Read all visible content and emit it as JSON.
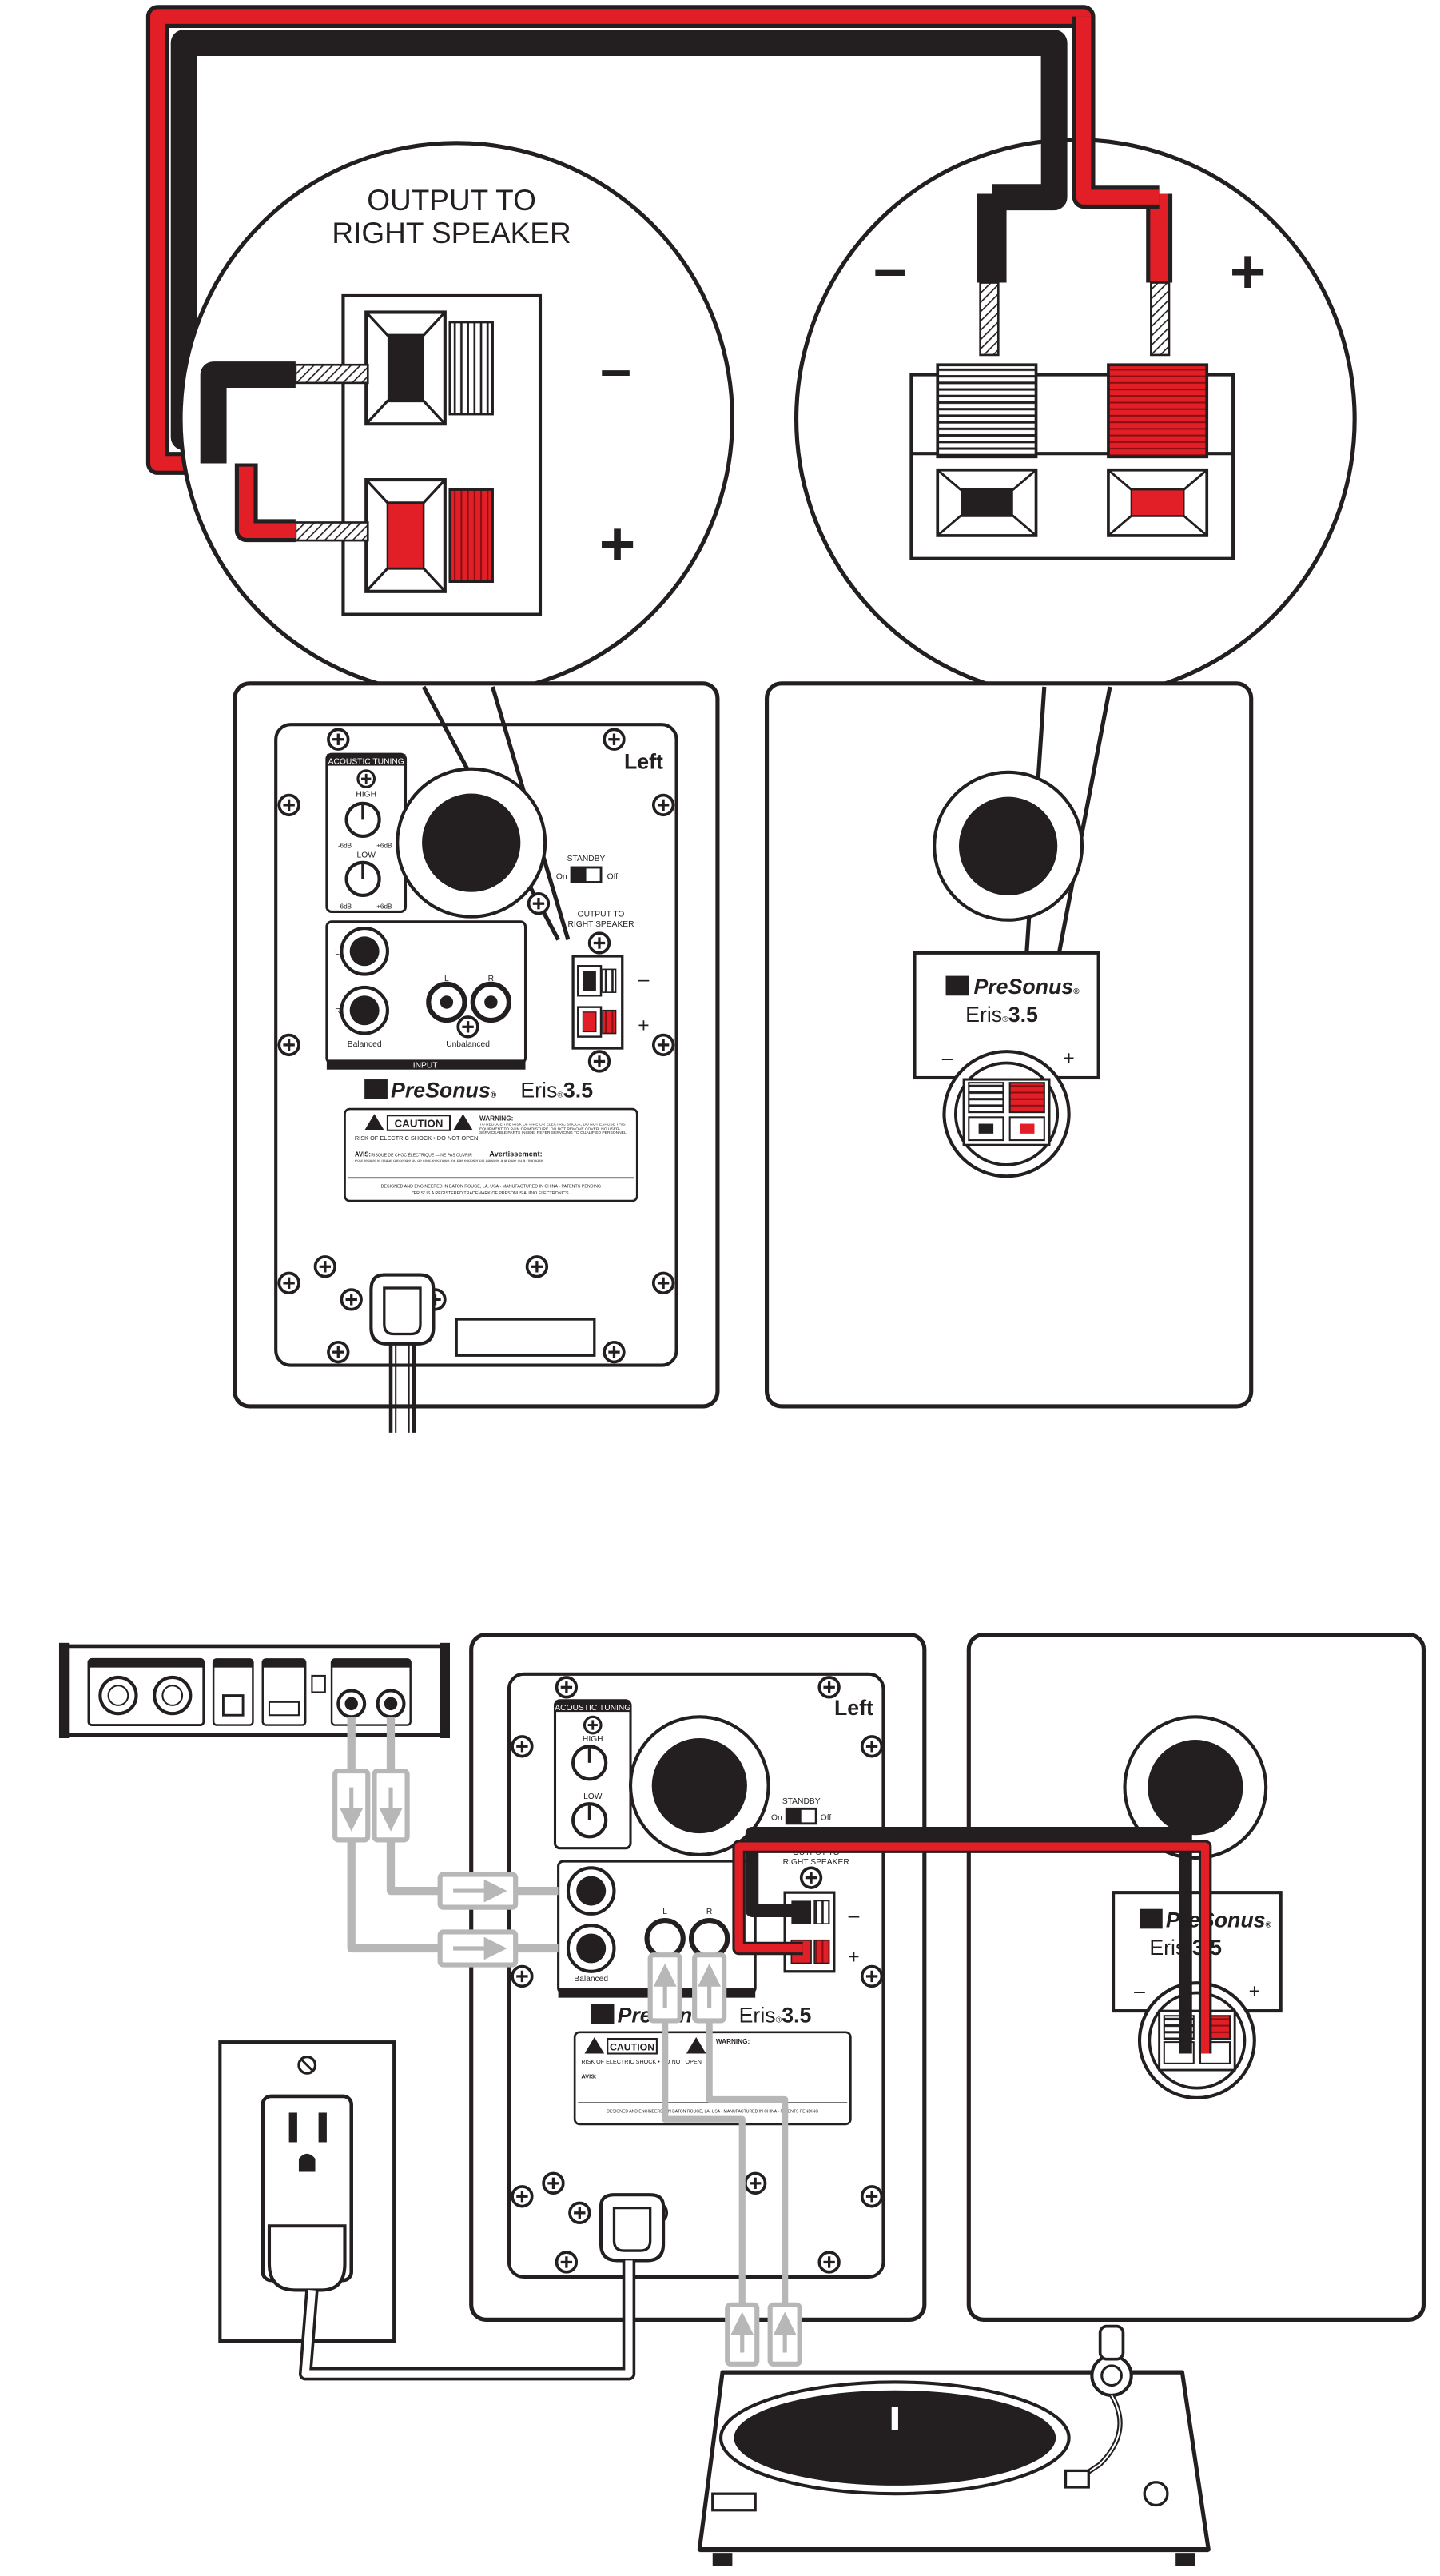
{
  "colors": {
    "ink": "#231f20",
    "red": "#e21f26",
    "darkred": "#b3121a",
    "cable_gray": "#b7b7b7",
    "white": "#ffffff"
  },
  "callout_left": {
    "title_line1": "OUTPUT TO",
    "title_line2": "RIGHT SPEAKER",
    "minus": "–",
    "plus": "+"
  },
  "callout_right": {
    "minus": "–",
    "plus": "+"
  },
  "left_speaker": {
    "side_label": "Left",
    "tuning_title": "ACOUSTIC TUNING",
    "high_label": "HIGH",
    "low_label": "LOW",
    "knob_min": "-6dB",
    "knob_max": "+6dB",
    "standby_label": "STANDBY",
    "on_label": "On",
    "off_label": "Off",
    "output_label_1": "OUTPUT TO",
    "output_label_2": "RIGHT SPEAKER",
    "minus": "–",
    "plus": "+",
    "balanced_label": "Balanced",
    "unbalanced_label": "Unbalanced",
    "input_label": "INPUT",
    "jack_l": "L",
    "jack_r": "R",
    "brand": "PreSonus",
    "reg": "®",
    "model": "Eris",
    "model_num": "3.5",
    "caution": "CAUTION",
    "risk_text": "RISK OF ELECTRIC SHOCK • DO NOT OPEN",
    "warning_head": "WARNING:",
    "warning_text": "TO REDUCE THE RISK OF FIRE OR ELECTRIC SHOCK, DO NOT EXPOSE THIS EQUIPMENT TO RAIN OR MOISTURE. DO NOT REMOVE COVER. NO USER-SERVICEABLE PARTS INSIDE. REFER SERVICING TO QUALIFIED PERSONNEL.",
    "avis_head": "AVIS:",
    "avis_text": "RISQUE DE CHOC ÉLECTRIQUE — NE PAS OUVRIR",
    "avert_head": "Avertissement:",
    "avert_text": "Pour réduire le risque d'incendie ou de choc électrique, ne pas exposer cet appareil à la pluie ou à l'humidité.",
    "footer_text": "DESIGNED AND ENGINEERED IN BATON ROUGE, LA, USA • MANUFACTURED IN CHINA • PATENTS PENDING",
    "footer_text2": "\"ERIS\" IS A REGISTERED TRADEMARK OF PRESONUS AUDIO ELECTRONICS."
  },
  "right_speaker": {
    "brand": "PreSonus",
    "reg": "®",
    "model": "Eris",
    "model_num": "3.5",
    "minus": "–",
    "plus": "+"
  }
}
